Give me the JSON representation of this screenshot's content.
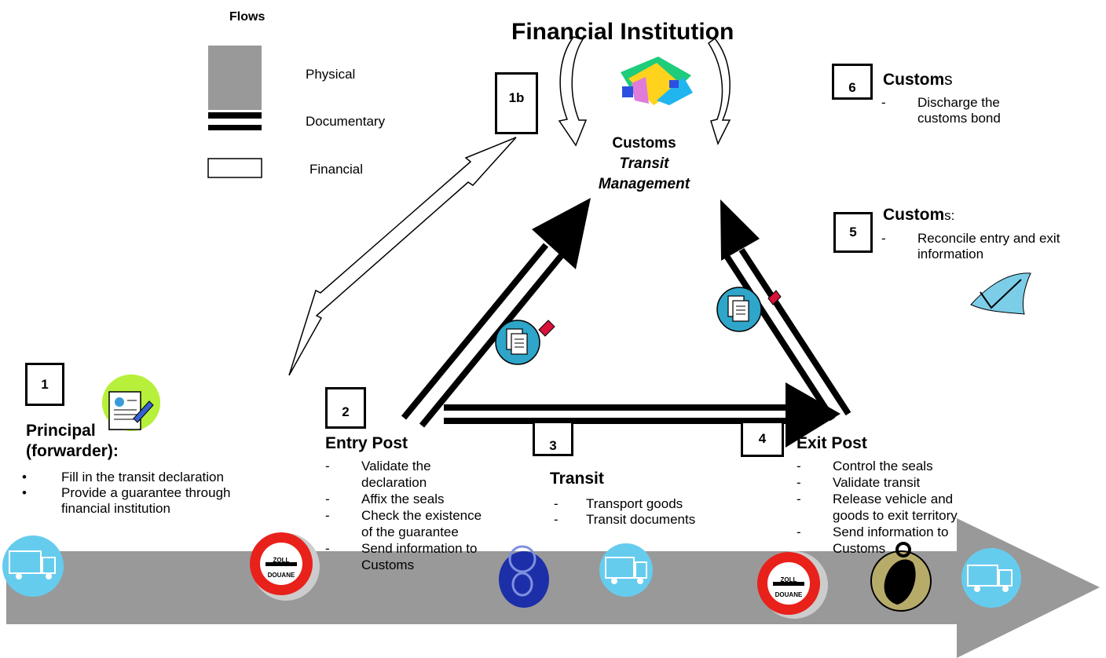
{
  "legend": {
    "title": "Flows",
    "items": [
      {
        "label": "Physical"
      },
      {
        "label": "Documentary"
      },
      {
        "label": "Financial"
      }
    ]
  },
  "institution": {
    "title": "Financial Institution"
  },
  "customs_center": {
    "line1": "Customs",
    "line2": "Transit",
    "line3": "Management"
  },
  "steps": {
    "s1": {
      "num": "1",
      "title_1": "Principal",
      "title_2": "(forwarder):",
      "items": [
        "Fill in the transit declaration",
        "Provide a guarantee through",
        "financial institution"
      ]
    },
    "s1b": {
      "num": "1b"
    },
    "s2": {
      "num": "2",
      "title": "Entry Post",
      "items": [
        "Validate the",
        "declaration",
        "Affix the seals",
        "Check the existence",
        "of the guarantee",
        "Send information to",
        "Customs"
      ]
    },
    "s3": {
      "num": "3",
      "title": "Transit",
      "items": [
        "Transport goods",
        "Transit documents"
      ]
    },
    "s4": {
      "num": "4",
      "title": "Exit Post",
      "items": [
        "Control the seals",
        "Validate transit",
        "Release vehicle and",
        "goods to exit territory",
        "Send information to",
        "Customs"
      ]
    },
    "s5": {
      "num": "5",
      "title_bold": "Custom",
      "title_rest": "s:",
      "items": [
        "Reconcile entry and exit",
        "information"
      ]
    },
    "s6": {
      "num": "6",
      "title_bold": "Custom",
      "title_rest": "s",
      "items": [
        "Discharge the",
        "customs bond"
      ]
    }
  },
  "markers": {
    "bullet": "•",
    "dash": "-"
  },
  "signs": {
    "line1": "ZOLL",
    "line2": "DOUANE"
  },
  "colors": {
    "physical_flow": "#999999",
    "truck_circle": "#66ccee",
    "sign_red": "#e8211b",
    "doc_icon": "#2ea5c9",
    "lock_blue": "#1d2fa8",
    "lock_khaki": "#b7ab6a",
    "check_blue": "#7ccde8"
  }
}
